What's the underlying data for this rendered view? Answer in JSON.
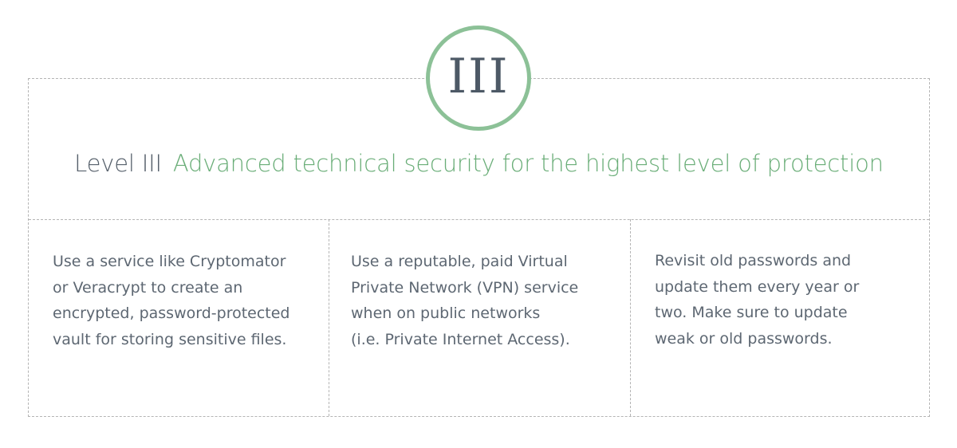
{
  "badge": {
    "numeral": "III"
  },
  "header": {
    "level_label": "Level III",
    "tagline": "Advanced technical security for the highest level of protection"
  },
  "tips": [
    {
      "lines": [
        "Use a service like Cryptomator",
        "or Veracrypt to create an",
        "encrypted, password-protected",
        "vault for storing sensitive files."
      ]
    },
    {
      "lines": [
        "Use a reputable, paid Virtual",
        "Private Network (VPN) service",
        "when on public networks",
        "(i.e. Private Internet Access)."
      ]
    },
    {
      "lines": [
        "Revisit old passwords and",
        "update them every year or",
        "two. Make sure to update",
        "weak or old passwords."
      ]
    }
  ],
  "colors": {
    "accent_green": "#69ad77",
    "badge_ring": "#8cc197",
    "heading_gray": "#56606b",
    "body_text": "#5d6772",
    "dashed_border": "#b4b4b4"
  }
}
